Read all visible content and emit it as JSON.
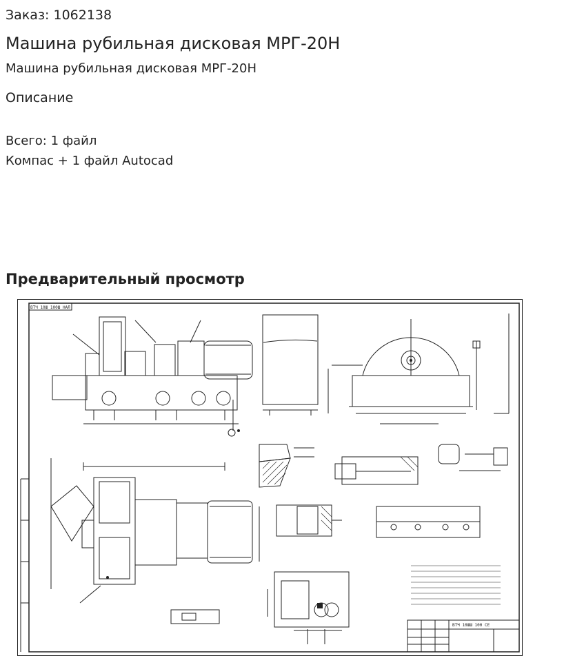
{
  "order": {
    "text": "Заказ: 1062138"
  },
  "product": {
    "title": "Машина рубильная дисковая МРГ-20Н",
    "subtitle": "Машина рубильная дисковая МРГ-20Н"
  },
  "description": {
    "heading": "Описание"
  },
  "files": {
    "total": "Всего: 1 файл",
    "formats": "Компас + 1 файл Autocad"
  },
  "preview": {
    "heading": "Предварительный просмотр",
    "drawing_stamp": "ВТЧ 10ШШ 100 СЕ",
    "drawing_corner": "ВТЧ 10Ш 100Ш НАЛ"
  }
}
